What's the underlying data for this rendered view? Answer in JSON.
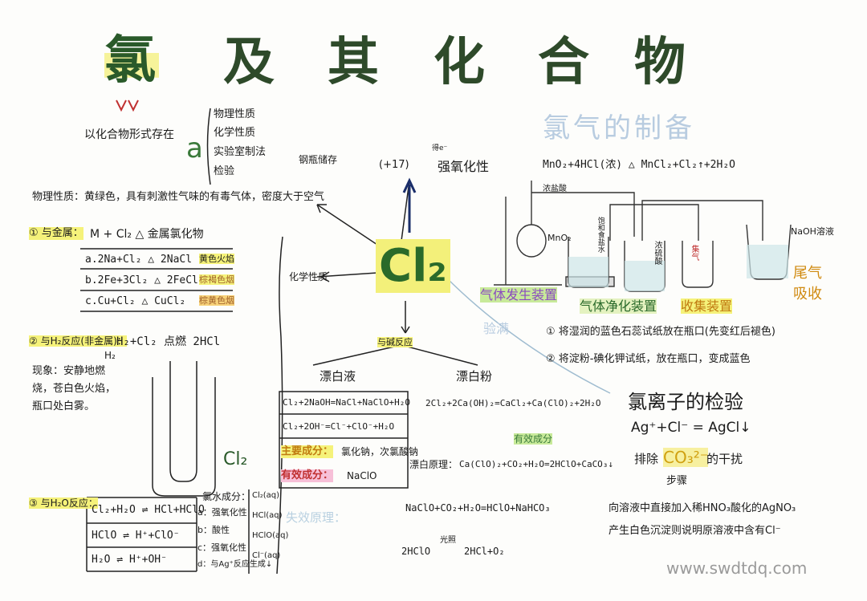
{
  "title_chars": [
    "氯",
    "及",
    "其",
    "化",
    "合",
    "物"
  ],
  "center": "Cl₂",
  "left_top": {
    "exist": "以化合物形式存在",
    "topic_letter": "a",
    "branches": [
      "物理性质",
      "化学性质",
      "实验室制法",
      "检验"
    ],
    "store": "钢瓶储存"
  },
  "physical": "物理性质：黄绿色，具有刺激性气味的有毒气体，密度大于空气",
  "oxidize": {
    "atom": "(+17)",
    "text": "强氧化性",
    "small": "得e⁻"
  },
  "metal": {
    "heading": "① 与金属：",
    "general": "M + Cl₂ △ 金属氯化物",
    "rows": [
      {
        "eq": "a.2Na+Cl₂ △ 2NaCl",
        "note": "黄色火焰"
      },
      {
        "eq": "b.2Fe+3Cl₂ △ 2FeCl₃",
        "note": "棕褐色烟"
      },
      {
        "eq": "c.Cu+Cl₂ △ CuCl₂",
        "note": "棕黄色烟"
      }
    ]
  },
  "chem_label": "化学性质",
  "nonmetal": {
    "heading": "② 与H₂反应(非金属)：",
    "eq": "H₂+Cl₂ 点燃 2HCl",
    "h2": "H₂",
    "phenomenon": [
      "现象：安静地燃",
      "烧，苍白色火焰，",
      "瓶口处白雾。"
    ],
    "cl2_label": "Cl₂"
  },
  "water": {
    "heading": "③ 与H₂O反应：",
    "rows": [
      "Cl₂+H₂O ⇌ HCl+HClO",
      "HClO ⇌ H⁺+ClO⁻",
      "H₂O ⇌ H⁺+OH⁻"
    ],
    "components_title": "氯水成分：",
    "components": [
      "a：强氧化性",
      "b：酸性",
      "c：强氧化性",
      "d：与Ag⁺反应生成↓"
    ],
    "species": [
      "Cl₂(aq)",
      "HCl(aq)",
      "HClO(aq)",
      "Cl⁻(aq)"
    ]
  },
  "alkali": {
    "label": "与碱反应",
    "bleach_liquid": "漂白液",
    "bleach_powder": "漂白粉",
    "eq1": "Cl₂+2NaOH=NaCl+NaClO+H₂O",
    "eq2": "Cl₂+2OH⁻=Cl⁻+ClO⁻+H₂O",
    "main_label": "主要成分：",
    "main_value": "氯化钠，次氯酸钠",
    "active_label": "有效成分：",
    "active_value": "NaClO",
    "powder_eq": "2Cl₂+2Ca(OH)₂=CaCl₂+Ca(ClO)₂+2H₂O",
    "powder_active": "有效成分",
    "principle_label": "漂白原理：",
    "principle_eq": "Ca(ClO)₂+CO₂+H₂O=2HClO+CaCO₃↓",
    "decay_label": "失效原理：",
    "decay_eq1": "NaClO+CO₂+H₂O=HClO+NaHCO₃",
    "decay_eq2_left": "2HClO",
    "decay_cond": "光照",
    "decay_eq2_right": "2HCl+O₂"
  },
  "prep": {
    "title": "氯气的制备",
    "eq": "MnO₂+4HCl(浓) △ MnCl₂+Cl₂↑+2H₂O",
    "reagent_top": "浓盐酸",
    "mno2": "MnO₂",
    "bottle1": "饱和食盐水",
    "bottle2": "浓硫酸",
    "bottle3": "集气",
    "naoh": "NaOH溶液",
    "stage1": "气体发生装置",
    "stage2": "气体净化装置",
    "stage3": "收集装置",
    "tail": [
      "尾气",
      "吸收"
    ],
    "check_label": "验满",
    "check1": "① 将湿润的蓝色石蕊试纸放在瓶口(先变红后褪色)",
    "check2": "② 将淀粉-碘化钾试纸，放在瓶口，变成蓝色"
  },
  "test": {
    "title": "氯离子的检验",
    "eq": "Ag⁺+Cl⁻ = AgCl↓",
    "exclude_left": "排除",
    "co3": "CO₃²⁻",
    "exclude_right": "的干扰",
    "step": "步骤",
    "desc1": "向溶液中直接加入稀HNO₃酸化的AgNO₃",
    "desc2": "产生白色沉淀则说明原溶液中含有Cl⁻"
  },
  "watermark": "www.swdtdq.com"
}
